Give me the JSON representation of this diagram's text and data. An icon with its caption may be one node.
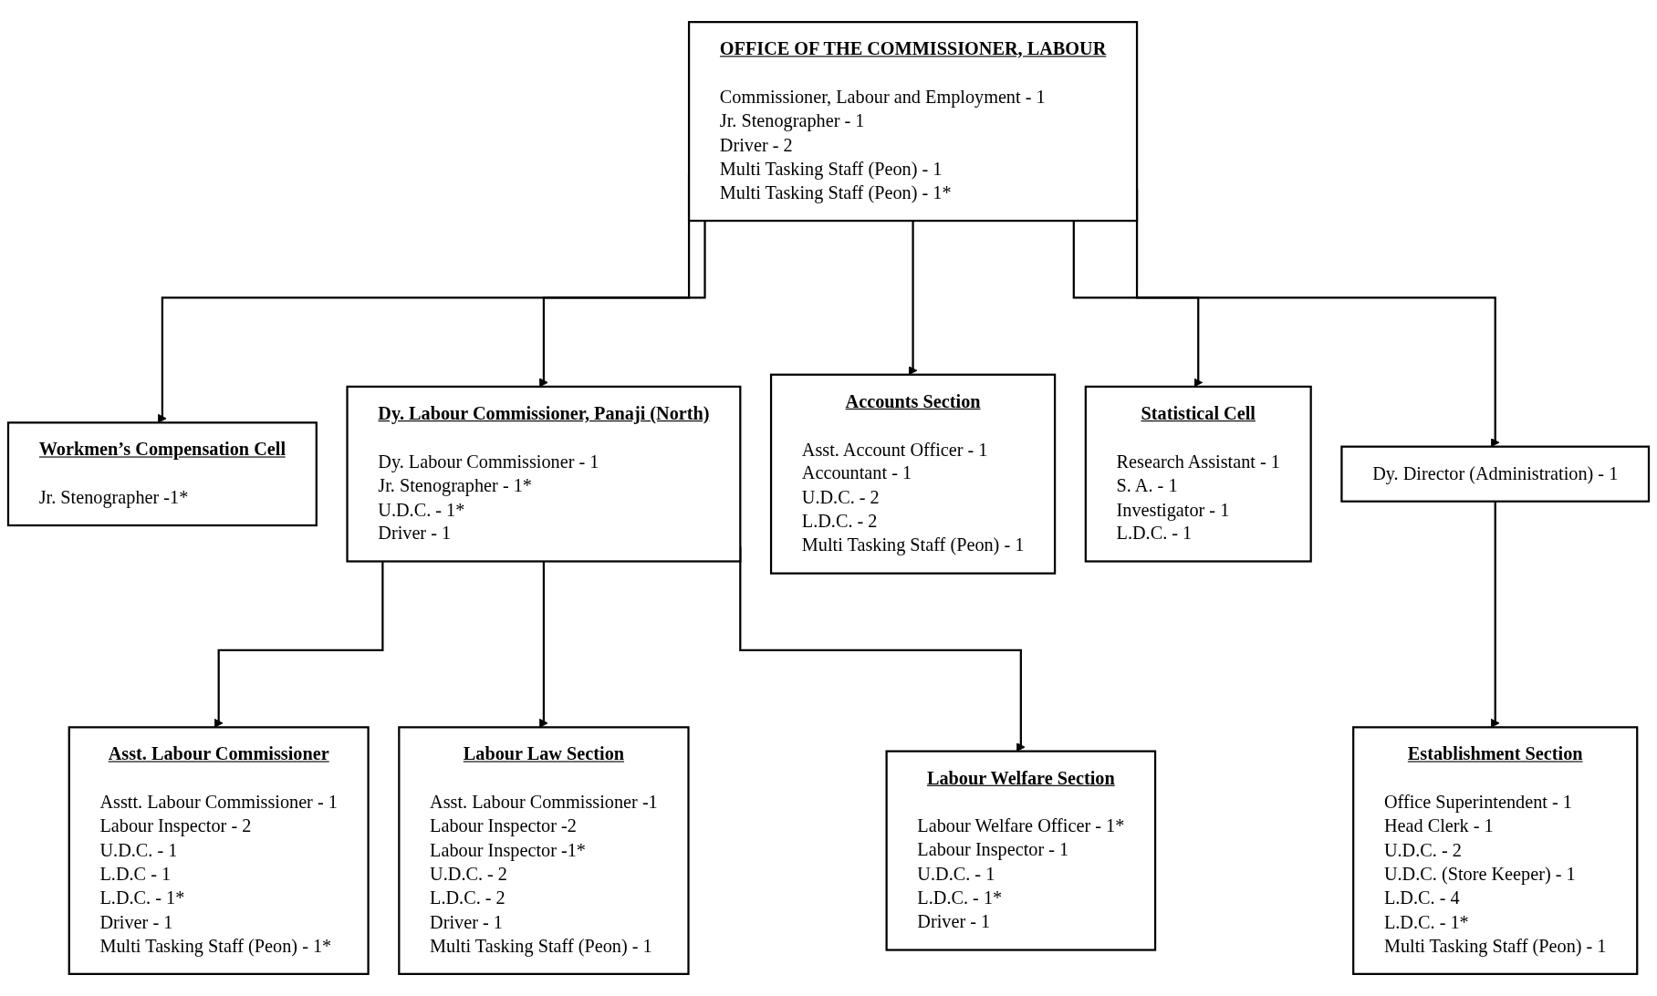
{
  "diagram": {
    "nodes": [
      {
        "text": [
          "OFFICE OF THE COMMISSIONER, LABOUR",
          "Commissioner, Labour and Employment - 1",
          "Jr. Stenographer - 1",
          "Driver - 2",
          "Multi Tasking Staff (Peon) - 1",
          "Multi Tasking Staff (Peon) - 1*"
        ]
      },
      {
        "text": [
          "Workmen’s Compensation Cell",
          "Jr. Stenographer -1*"
        ]
      },
      {
        "text": [
          "Dy. Labour Commissioner, Panaji (North)",
          "Dy. Labour Commissioner - 1",
          "Jr. Stenographer - 1*",
          "U.D.C. - 1*",
          "Driver - 1"
        ]
      },
      {
        "text": [
          "Accounts Section",
          "Asst. Account Officer - 1",
          "Accountant - 1",
          "U.D.C. - 2",
          "L.D.C. - 2",
          "Multi Tasking Staff (Peon) - 1"
        ]
      },
      {
        "text": [
          "Statistical Cell",
          "Research Assistant - 1",
          "S. A. - 1",
          "Investigator - 1",
          "L.D.C. - 1"
        ]
      },
      {
        "text": [
          "Dy. Director (Administration) - 1"
        ]
      },
      {
        "text": [
          "Asst. Labour Commissioner",
          "Asstt. Labour Commissioner - 1",
          "Labour Inspector - 2",
          "U.D.C. - 1",
          "L.D.C - 1",
          "L.D.C. - 1*",
          "Driver - 1",
          "Multi Tasking Staff (Peon) - 1*"
        ]
      },
      {
        "text": [
          "Labour Law Section",
          "Asst. Labour Commissioner -1",
          "Labour Inspector -2",
          "Labour Inspector -1*",
          "U.D.C. - 2",
          "L.D.C. - 2",
          "Driver - 1",
          "Multi Tasking Staff (Peon) - 1"
        ]
      },
      {
        "text": [
          "Labour Welfare Section",
          "Labour Welfare Officer - 1*",
          "Labour Inspector - 1",
          "U.D.C. - 1",
          "L.D.C. - 1*",
          "Driver - 1"
        ]
      },
      {
        "text": [
          "Establishment Section",
          "Office Superintendent - 1",
          "Head Clerk - 1",
          "U.D.C. - 2",
          "U.D.C. (Store Keeper) - 1",
          "L.D.C. - 4",
          "L.D.C. - 1*",
          "Multi Tasking Staff (Peon) - 1"
        ]
      }
    ],
    "edges": [
      {
        "from": 0,
        "to": 1,
        "arrow": "to"
      },
      {
        "from": 0,
        "to": 2,
        "arrow": "to"
      },
      {
        "from": 0,
        "to": 3,
        "arrow": "to"
      },
      {
        "from": 0,
        "to": 5,
        "arrow": "to"
      },
      {
        "from": 0,
        "to": 4,
        "arrow": "to"
      },
      {
        "from": 2,
        "to": 6,
        "arrow": "to"
      },
      {
        "from": 2,
        "to": 7,
        "arrow": "to"
      },
      {
        "from": 2,
        "to": 8,
        "arrow": "to"
      },
      {
        "from": 5,
        "to": 9,
        "arrow": "to"
      }
    ]
  }
}
